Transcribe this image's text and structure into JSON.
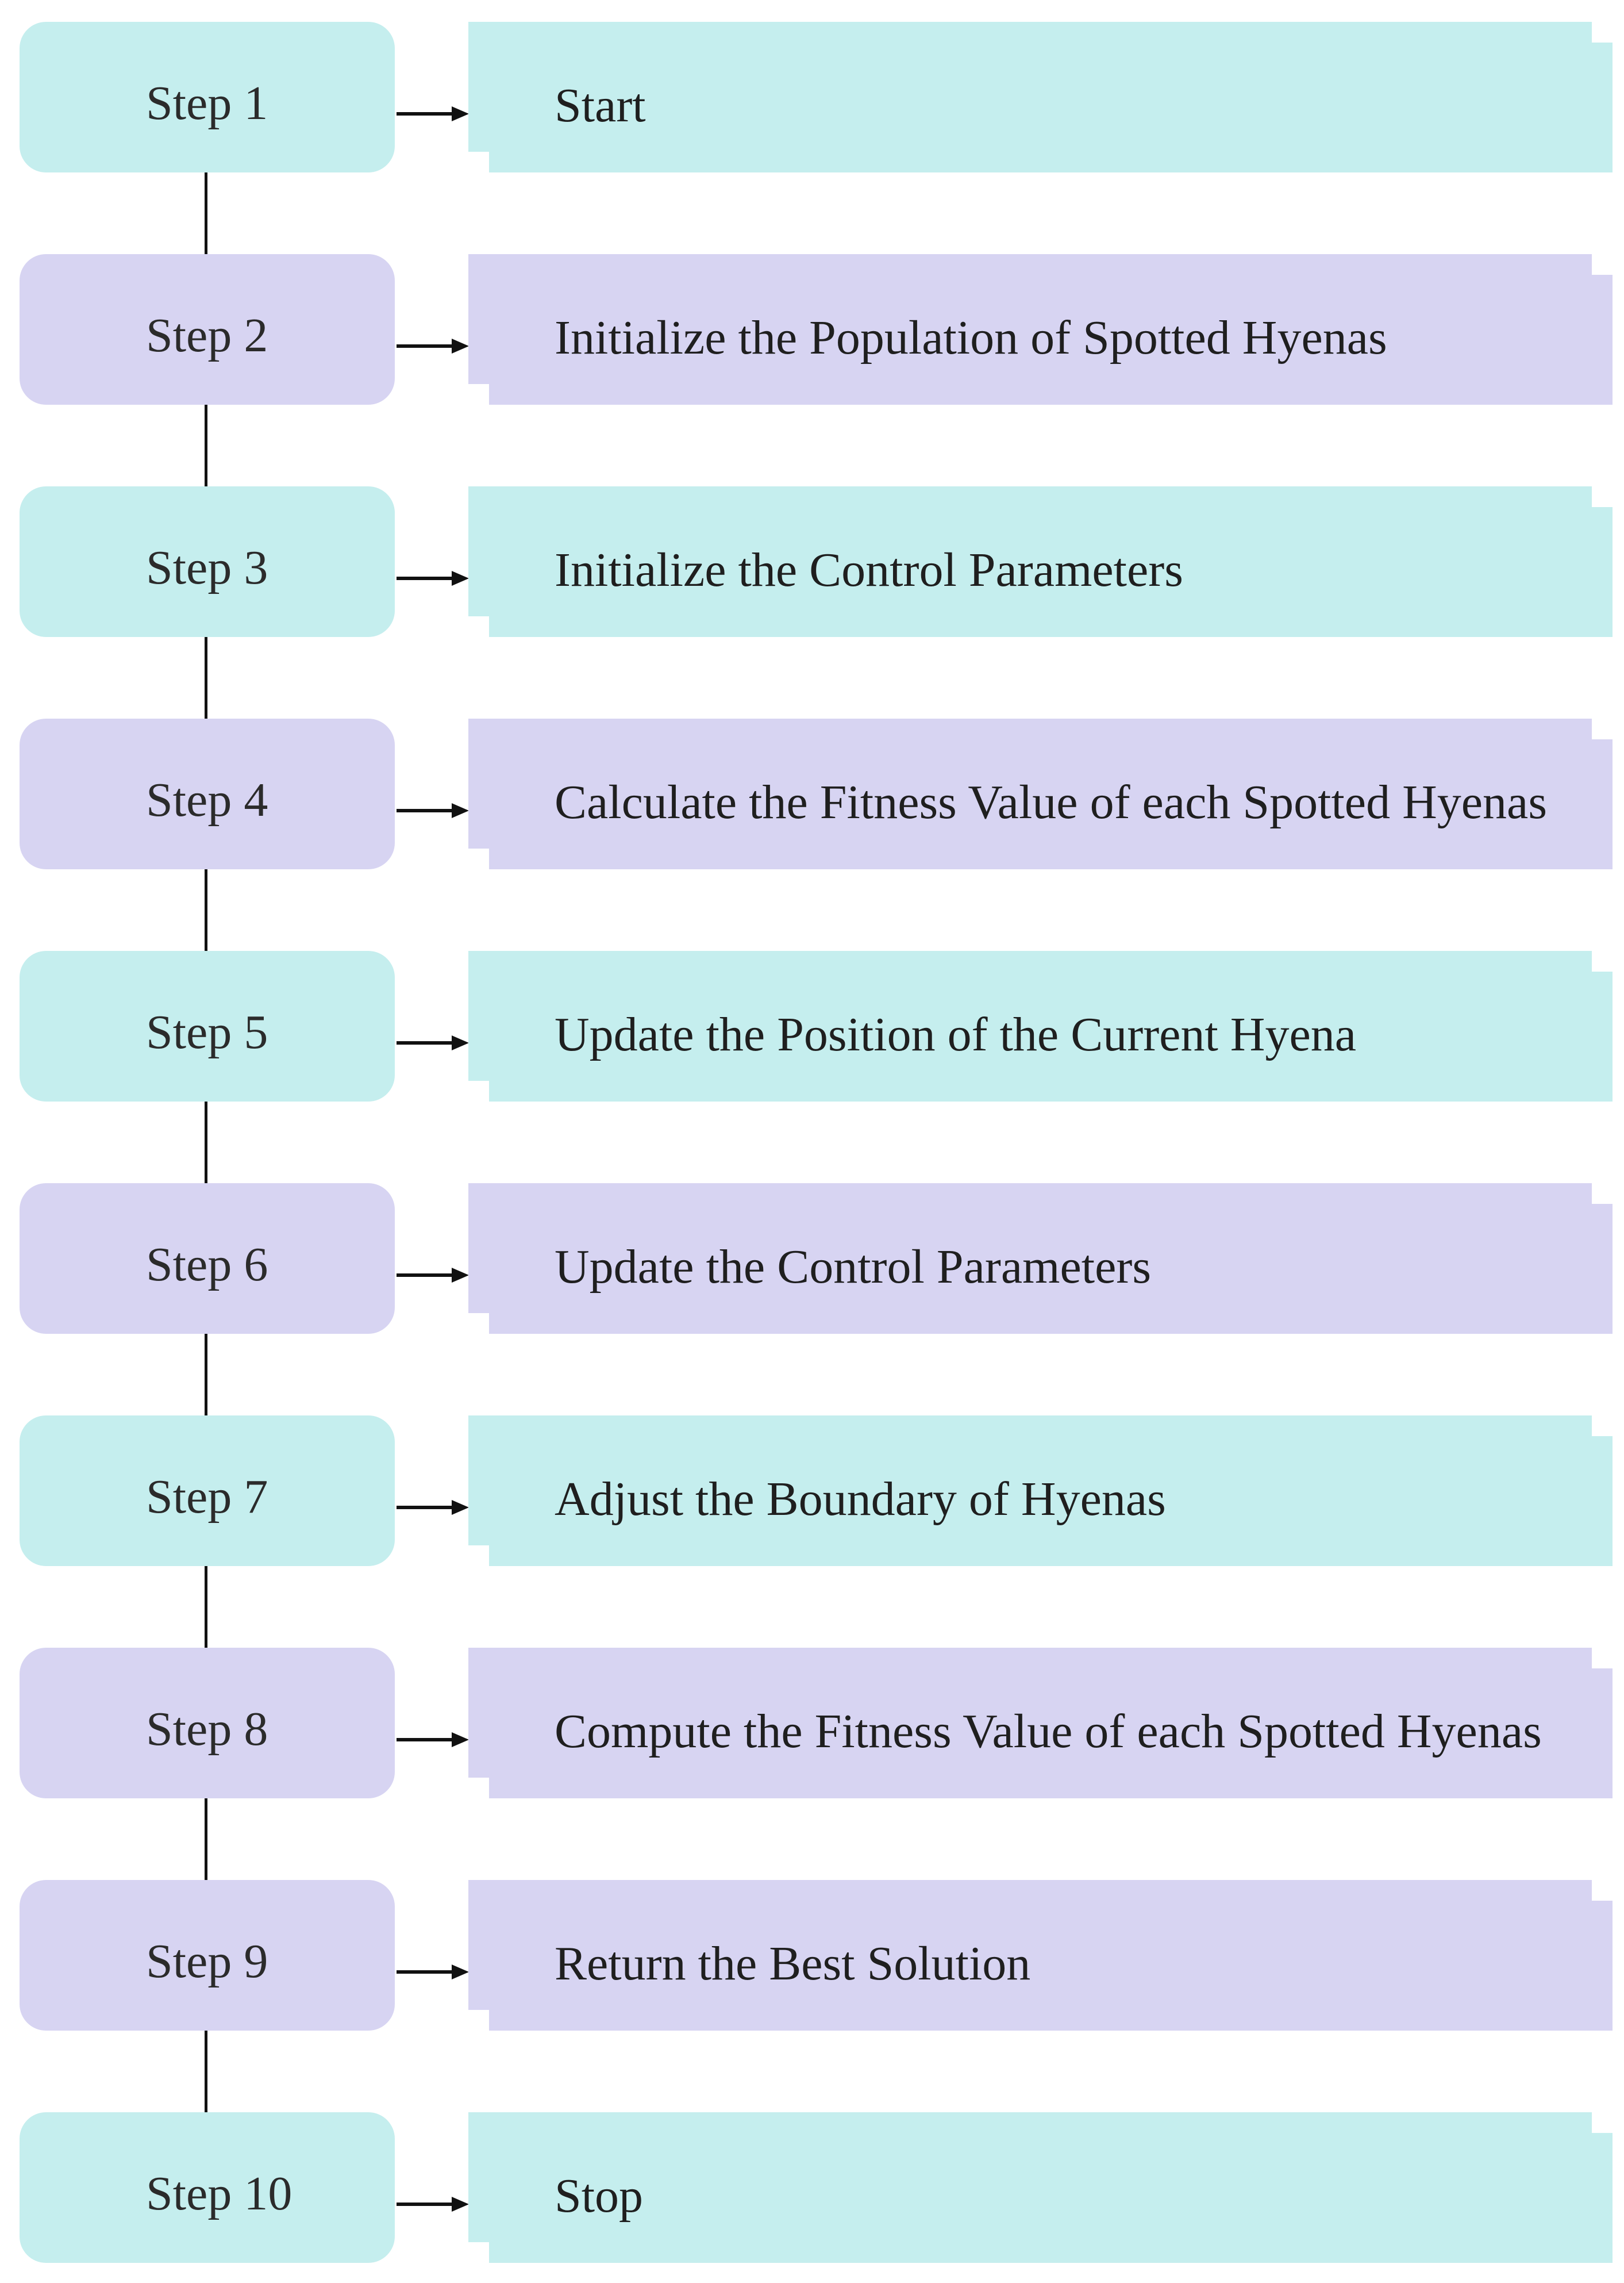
{
  "colors": {
    "teal": "#c5eeee",
    "lavender": "#d7d4f2",
    "line": "#111111",
    "text": "#1f1f1f"
  },
  "steps": [
    {
      "label": "Step 1",
      "action": "Start",
      "color": "teal"
    },
    {
      "label": "Step 2",
      "action": "Initialize the Population of Spotted Hyenas",
      "color": "lavender"
    },
    {
      "label": "Step 3",
      "action": "Initialize the Control Parameters",
      "color": "teal"
    },
    {
      "label": "Step 4",
      "action": "Calculate the Fitness Value of each Spotted Hyenas",
      "color": "lavender"
    },
    {
      "label": "Step 5",
      "action": "Update the Position of the Current Hyena",
      "color": "teal"
    },
    {
      "label": "Step 6",
      "action": "Update the Control Parameters",
      "color": "lavender"
    },
    {
      "label": "Step 7",
      "action": "Adjust the Boundary of Hyenas",
      "color": "teal"
    },
    {
      "label": "Step 8",
      "action": "Compute the Fitness Value of each Spotted Hyenas",
      "color": "lavender"
    },
    {
      "label": "Step 9",
      "action": "Return the Best Solution",
      "color": "lavender"
    },
    {
      "label": "Step 10",
      "action": "Stop",
      "color": "teal"
    }
  ]
}
